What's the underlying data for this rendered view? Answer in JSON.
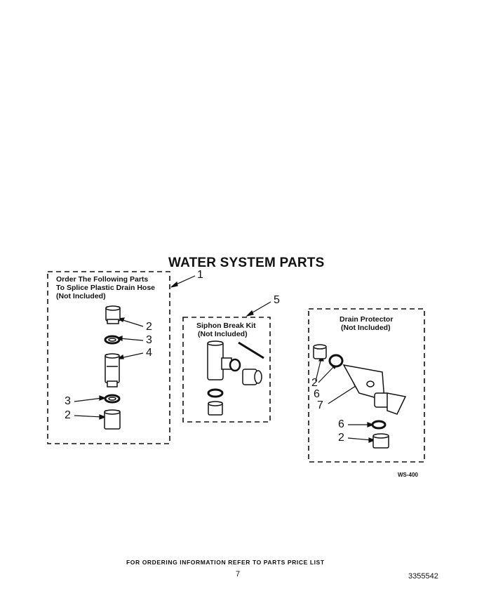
{
  "title": "WATER SYSTEM PARTS",
  "kit_splice": {
    "line1": "Order The Following Parts",
    "line2": "To Splice Plastic Drain Hose",
    "line3": "(Not Included)",
    "ref": "1",
    "callouts": [
      "2",
      "3",
      "4",
      "3",
      "2"
    ]
  },
  "kit_siphon": {
    "line1": "Siphon Break Kit",
    "line2": "(Not Included)",
    "ref": "5"
  },
  "kit_drain": {
    "line1": "Drain Protector",
    "line2": "(Not Included)",
    "callouts": [
      "2",
      "6",
      "7",
      "6",
      "2"
    ]
  },
  "diagram_code": "WS-400",
  "footer": {
    "ordering": "FOR ORDERING INFORMATION REFER TO PARTS PRICE LIST",
    "page": "7",
    "part_number": "3355542"
  }
}
